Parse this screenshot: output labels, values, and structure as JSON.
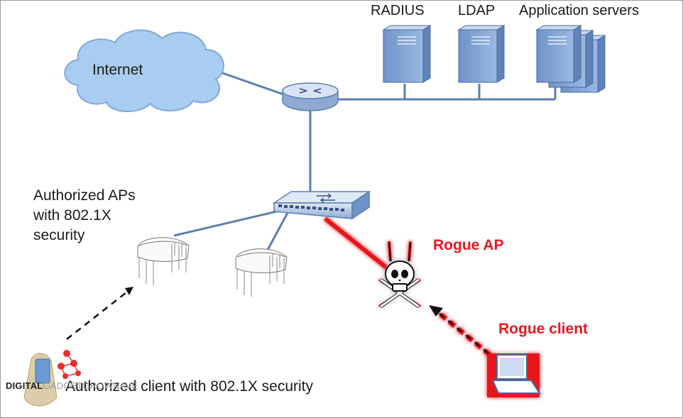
{
  "nodes": {
    "internet": "Internet",
    "radius": "RADIUS",
    "ldap": "LDAP",
    "app_servers": "Application servers",
    "authorized_aps": [
      "Authorized APs",
      "with 802.1X",
      "security"
    ],
    "rogue_ap": "Rogue AP",
    "rogue_client": "Rogue client",
    "authorized_client": "Authorized client with 802.1X security"
  },
  "watermark": {
    "strong": "DIGITAL",
    "light": "GADGETGROWNAVE"
  },
  "colors": {
    "link": "#5a7fb0",
    "rogue_link": "#e8171d",
    "rogue_label": "#e8171d",
    "device_blue": "#7d9fd0",
    "cloud": "#a9cdf0"
  }
}
